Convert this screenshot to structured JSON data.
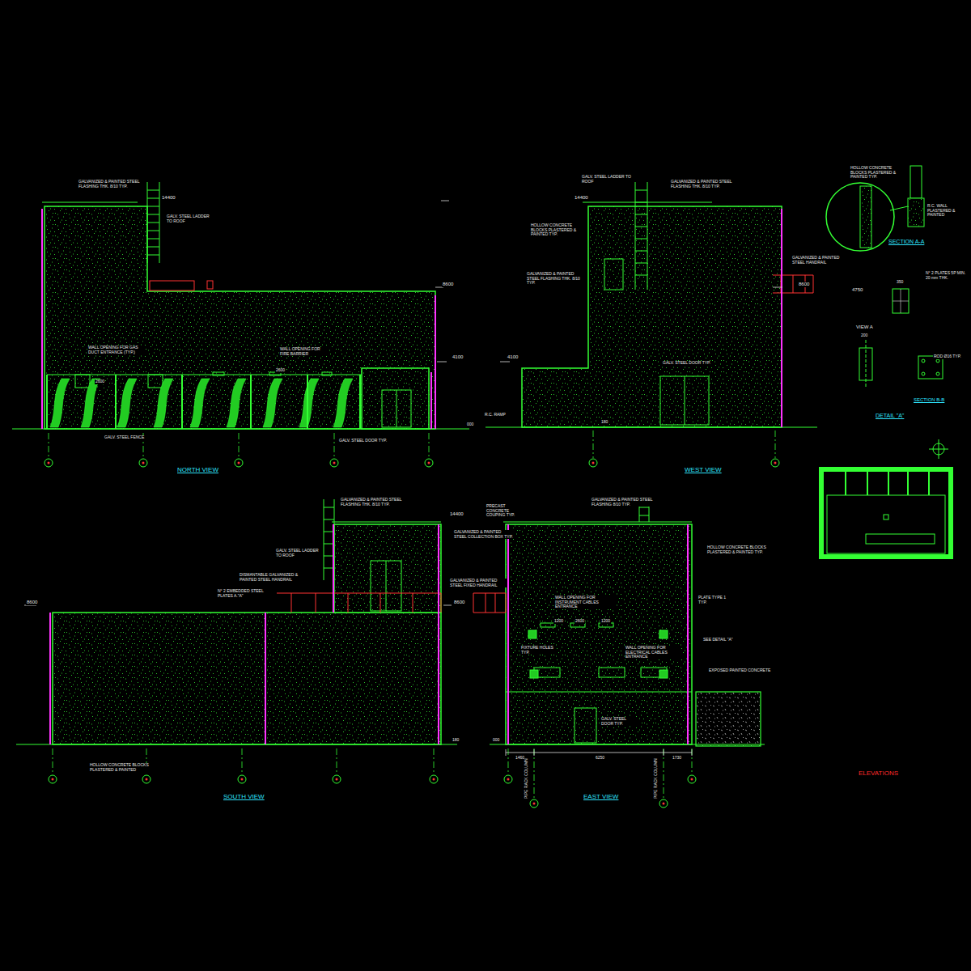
{
  "diagram": {
    "title": "ELEVATIONS",
    "labels": [
      "NORTH VIEW",
      "WEST VIEW",
      "SOUTH VIEW",
      "EAST VIEW",
      "SECTION A-A",
      "VIEW A",
      "DETAIL \"A\"",
      "SECTION B-B",
      "14400",
      "8600",
      "4100",
      "14400",
      "8600",
      "4100",
      "14400",
      "8600",
      "8600",
      "GALVANIZED & PAINTED STEEL FLASHING THK. 8/10 TYP.",
      "GALV. STEEL LADDER TO ROOF",
      "GALV. STEEL FENCE",
      "GALV. STEEL DOOR TYP.",
      "WALL OPENING FOR FIRE BARRIER",
      "WALL OPENING FOR GAS DUCT ENTRANCE (TYP.)",
      "GALV. STEEL LADDER TO ROOF",
      "GALVANIZED & PAINTED STEEL FLASHING THK. 8/10 TYP.",
      "HOLLOW CONCRETE BLOCKS PLASTERED & PAINTED TYP.",
      "GALVANIZED & PAINTED STEEL FLASHING THK. 8/10 TYP.",
      "GALVANIZED & PAINTED STEEL HANDRAIL",
      "GALV. STEEL DOOR TYP.",
      "R.C. RAMP",
      "HOLLOW CONCRETE BLOCKS PLASTERED & PAINTED",
      "GALV. STEEL LADDER TO ROOF",
      "GALVANIZED & PAINTED STEEL FLASHING THK. 8/10 TYP.",
      "DISMANTABLE GALVANIZED & PAINTED STEEL HANDRAIL",
      "N° 2 EMBEDDED STEEL PLATES A.\"A\"",
      "PRECAST CONCRETE COUPING TYP.",
      "GALVANIZED & PAINTED STEEL FLASHING 8/10 TYP.",
      "HOLLOW CONCRETE BLOCKS PLASTERED & PAINTED TYP.",
      "WALL OPENING FOR INSTRUMENT CABLES ENTRANCE",
      "PLATE TYPE 1 TYP.",
      "FIXTURE HOLES TYP.",
      "WALL OPENING FOR ELECTRICAL CABLES ENTRANCE",
      "EXPOSED PAINTED CONCRETE",
      "GALV. STEEL DOOR TYP.",
      "N° 2 PLATES 5P MIN. 20 mm THK.",
      "ROD Ø16 TYP.",
      "R.C. WALL PLASTERED & PAINTED",
      "HOLLOW CONCRETE BLOCKS PLASTERED & PAINTED TYP.",
      "4750",
      "350",
      "200",
      "1460",
      "6250",
      "1730",
      "PIPE RACK COLUMN",
      "PIPE RACK COLUMN",
      "2600",
      "000",
      "180",
      "180",
      "000",
      "GALVANIZED & PAINTED STEEL COLLECTION BOX TYP.",
      "SEE DETAIL \"A\"",
      "GALVANIZED & PAINTED STEEL FIXED HANDRAIL",
      "2600",
      "2600",
      "1200",
      "1200"
    ]
  }
}
